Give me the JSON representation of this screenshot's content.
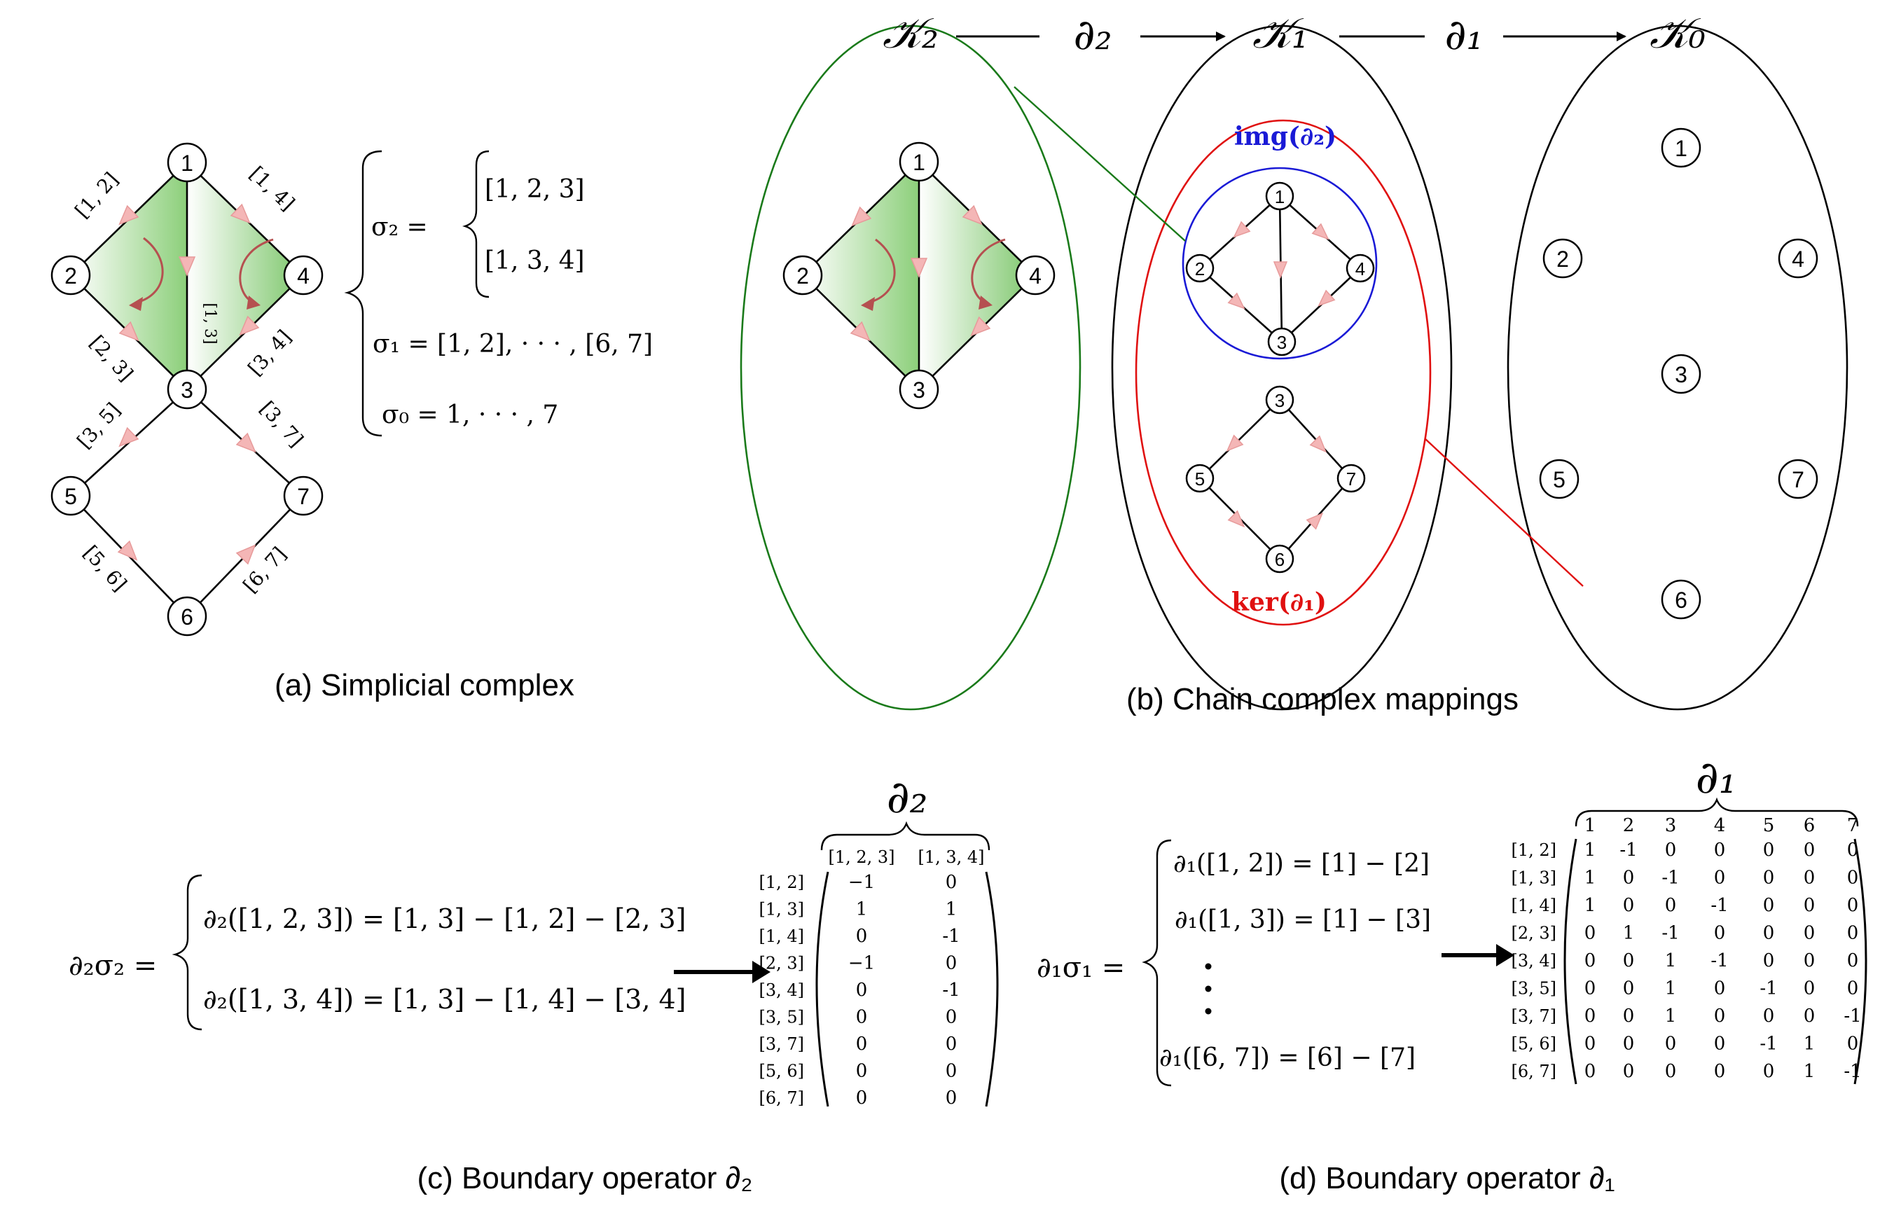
{
  "captions": {
    "a": "(a) Simplicial complex",
    "b": "(b) Chain complex mappings",
    "c": "(c) Boundary operator ∂₂",
    "d": "(d) Boundary operator ∂₁"
  },
  "panel_a": {
    "nodes": [
      "1",
      "2",
      "3",
      "4",
      "5",
      "6",
      "7"
    ],
    "edge_labels": [
      "[1, 2]",
      "[1, 4]",
      "[2, 3]",
      "[1, 3]",
      "[3, 4]",
      "[3, 5]",
      "[3, 7]",
      "[5, 6]",
      "[6, 7]"
    ],
    "sigma2_lhs": "σ₂ =",
    "sigma2_items": [
      "[1, 2, 3]",
      "[1, 3, 4]"
    ],
    "sigma1": "σ₁ = [1, 2], · · · , [6, 7]",
    "sigma0": "σ₀ = 1, · · · , 7"
  },
  "panel_b": {
    "chain_labels": [
      "𝒦₂",
      "∂₂",
      "𝒦₁",
      "∂₁",
      "𝒦₀"
    ],
    "img_label": "img(∂₂)",
    "ker_label": "ker(∂₁)",
    "k0_nodes": [
      "1",
      "2",
      "3",
      "4",
      "5",
      "6",
      "7"
    ],
    "colors": {
      "k2": "#1a7a1a",
      "img": "#1a1ad6",
      "ker": "#e01010",
      "k1": "#000000"
    }
  },
  "panel_c": {
    "lhs": "∂₂σ₂ =",
    "equations": [
      "∂₂([1, 2, 3]) = [1, 3] − [1, 2] − [2, 3]",
      "∂₂([1, 3, 4]) = [1, 3] − [1, 4] − [3, 4]"
    ],
    "matrix_title": "∂₂",
    "col_headers": [
      "[1, 2, 3]",
      "[1, 3, 4]"
    ],
    "row_headers": [
      "[1, 2]",
      "[1, 3]",
      "[1, 4]",
      "[2, 3]",
      "[3, 4]",
      "[3, 5]",
      "[3, 7]",
      "[5, 6]",
      "[6, 7]"
    ],
    "rows": [
      [
        "−1",
        "0"
      ],
      [
        "1",
        "1"
      ],
      [
        "0",
        "-1"
      ],
      [
        "−1",
        "0"
      ],
      [
        "0",
        "-1"
      ],
      [
        "0",
        "0"
      ],
      [
        "0",
        "0"
      ],
      [
        "0",
        "0"
      ],
      [
        "0",
        "0"
      ]
    ]
  },
  "panel_d": {
    "lhs": "∂₁σ₁ =",
    "equations": [
      "∂₁([1, 2]) = [1] − [2]",
      "∂₁([1, 3]) = [1] − [3]",
      "∂₁([6, 7]) = [6] − [7]"
    ],
    "matrix_title": "∂₁",
    "col_headers": [
      "1",
      "2",
      "3",
      "4",
      "5",
      "6",
      "7"
    ],
    "row_headers": [
      "[1, 2]",
      "[1, 3]",
      "[1, 4]",
      "[2, 3]",
      "[3, 4]",
      "[3, 5]",
      "[3, 7]",
      "[5, 6]",
      "[6, 7]"
    ],
    "rows": [
      [
        "1",
        "-1",
        "0",
        "0",
        "0",
        "0",
        "0"
      ],
      [
        "1",
        "0",
        "-1",
        "0",
        "0",
        "0",
        "0"
      ],
      [
        "1",
        "0",
        "0",
        "-1",
        "0",
        "0",
        "0"
      ],
      [
        "0",
        "1",
        "-1",
        "0",
        "0",
        "0",
        "0"
      ],
      [
        "0",
        "0",
        "1",
        "-1",
        "0",
        "0",
        "0"
      ],
      [
        "0",
        "0",
        "1",
        "0",
        "-1",
        "0",
        "0"
      ],
      [
        "0",
        "0",
        "1",
        "0",
        "0",
        "0",
        "-1"
      ],
      [
        "0",
        "0",
        "0",
        "0",
        "-1",
        "1",
        "0"
      ],
      [
        "0",
        "0",
        "0",
        "0",
        "0",
        "1",
        "-1"
      ]
    ]
  }
}
